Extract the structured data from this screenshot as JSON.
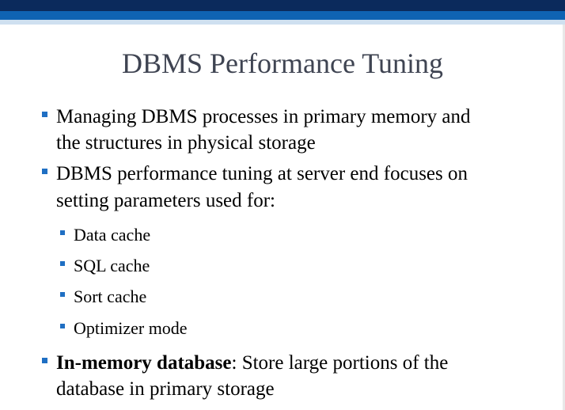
{
  "slide": {
    "title": "DBMS Performance Tuning",
    "bullets": [
      {
        "line1": "Managing DBMS processes in primary memory and",
        "line2": "the structures in physical storage"
      },
      {
        "line1": "DBMS performance tuning at server end focuses on",
        "line2": "setting parameters used for:",
        "sub_items": [
          "Data cache",
          "SQL cache",
          "Sort cache",
          "Optimizer mode"
        ]
      },
      {
        "bold_term": "In-memory database",
        "line1_rest": ": Store large portions of the",
        "line2": "database in primary storage"
      }
    ]
  },
  "colors": {
    "header_dark": "#0b2a5c",
    "header_mid": "#0f63b3",
    "header_light": "#cfe0f0",
    "bullet_marker": "#1f6fc3",
    "title_text": "#3f4452"
  }
}
